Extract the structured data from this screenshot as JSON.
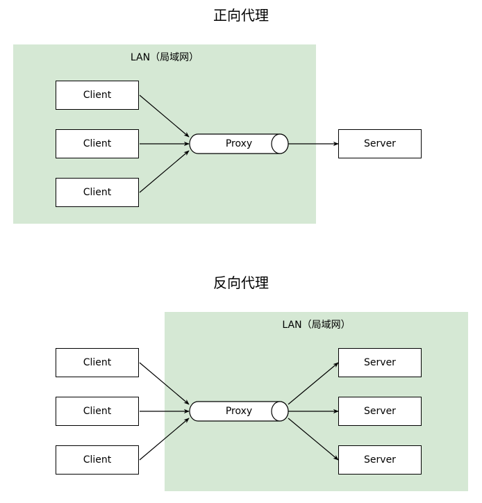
{
  "forward": {
    "title": "正向代理",
    "lan_label": "LAN（局域网）",
    "clients": [
      "Client",
      "Client",
      "Client"
    ],
    "proxy_label": "Proxy",
    "servers": [
      "Server"
    ]
  },
  "reverse": {
    "title": "反向代理",
    "lan_label": "LAN（局域网）",
    "clients": [
      "Client",
      "Client",
      "Client"
    ],
    "proxy_label": "Proxy",
    "servers": [
      "Server",
      "Server",
      "Server"
    ]
  },
  "colors": {
    "lan_fill": "#d5e8d4",
    "stroke": "#000000",
    "box_fill": "#ffffff"
  }
}
